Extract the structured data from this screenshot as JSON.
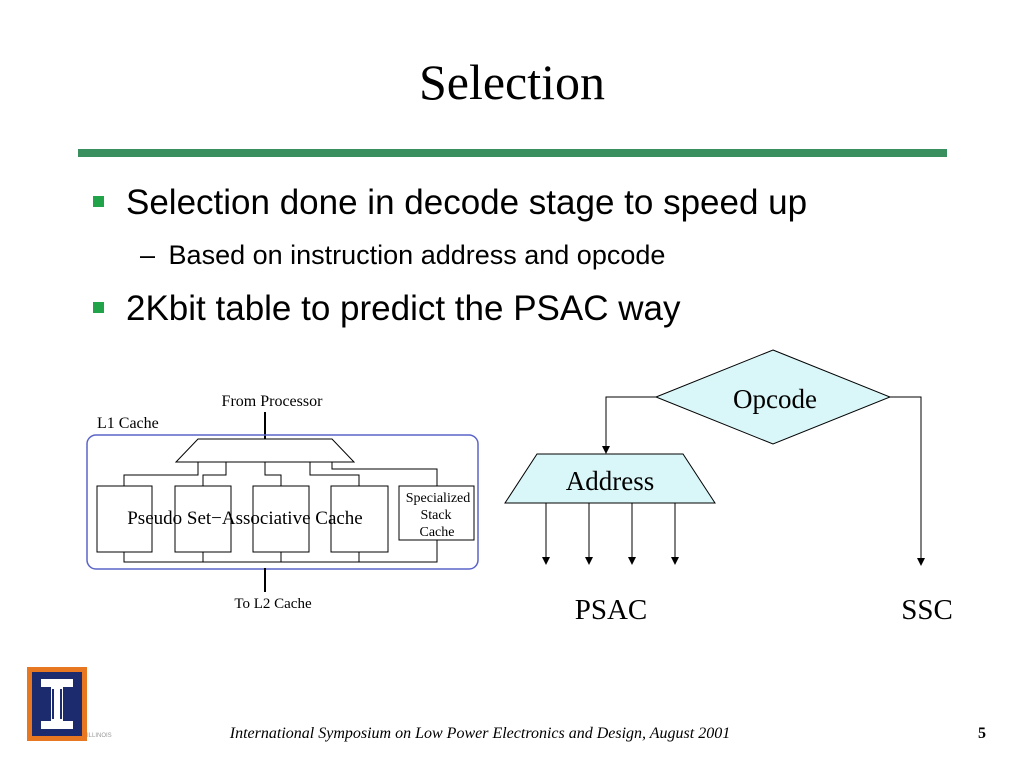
{
  "slide": {
    "title": "Selection",
    "bullets": [
      "Selection done in decode stage to speed up",
      "2Kbit table to predict the PSAC way"
    ],
    "sub_bullet": {
      "dash": "–",
      "text": "Based on instruction address and opcode"
    }
  },
  "cache_diagram": {
    "from_processor": "From Processor",
    "l1_cache": "L1 Cache",
    "pseudo_label": "Pseudo Set−Associative Cache",
    "specialized": [
      "Specialized",
      "Stack",
      "Cache"
    ],
    "to_l2": "To L2 Cache"
  },
  "selection_diagram": {
    "opcode": "Opcode",
    "address": "Address",
    "psac": "PSAC",
    "ssc": "SSC"
  },
  "footer": {
    "text": "International Symposium on Low Power Electronics and Design,  August 2001",
    "page_number": "5",
    "logo_caption": "ILLINOIS"
  },
  "colors": {
    "rule": "#3a8f5e",
    "bullet": "#21a349",
    "shape_fill": "#d9f6f8",
    "l1_border": "#5a63c8",
    "logo_blue": "#1c2a6e",
    "logo_orange": "#e87722"
  }
}
